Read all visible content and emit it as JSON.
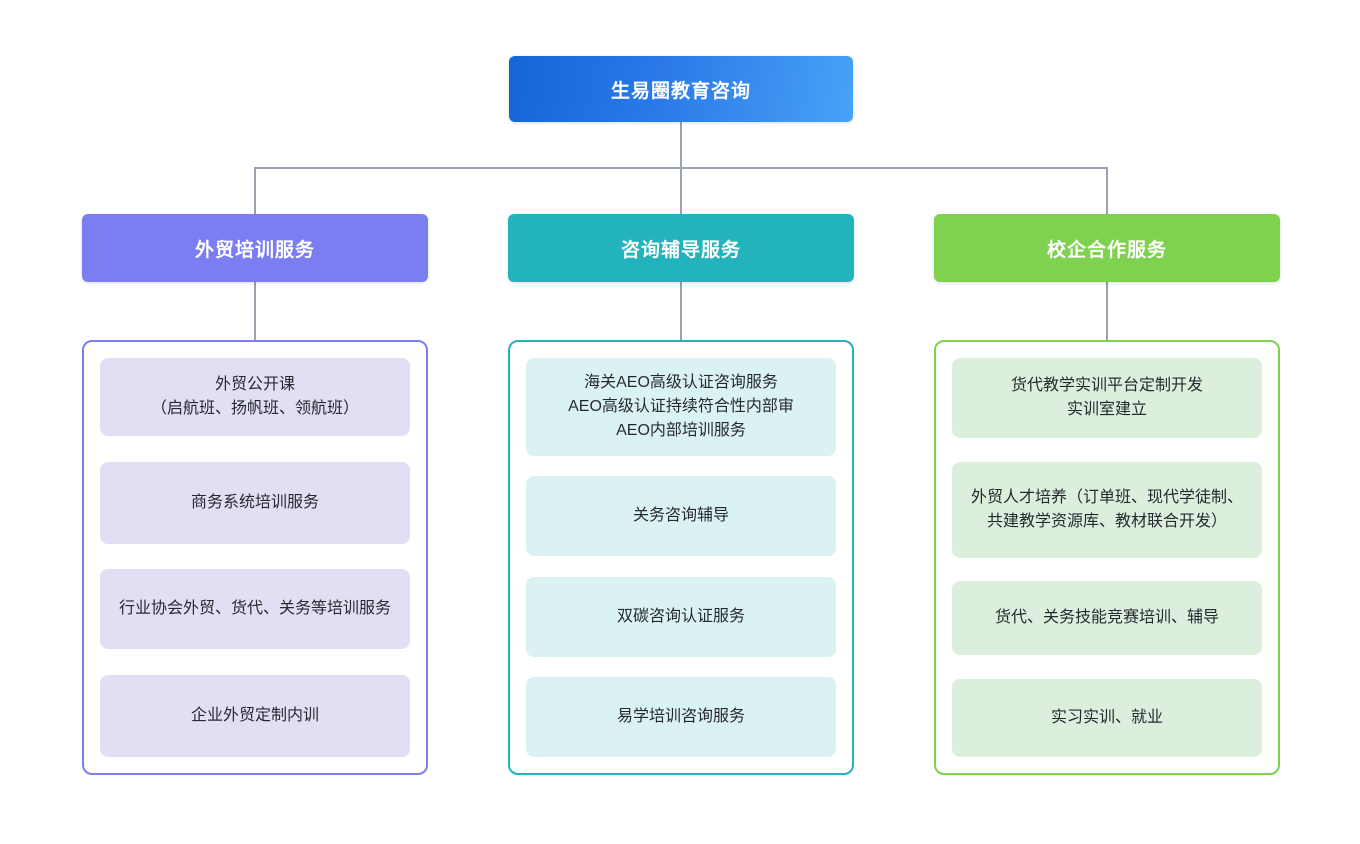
{
  "diagram": {
    "type": "org-chart",
    "orientation": "top-down",
    "root": {
      "label": "生易圈教育咨询",
      "color": "#1565d8",
      "gradient_to": "#48a2f5",
      "text_color": "#ffffff"
    },
    "connector_color": "#9aa3ae",
    "branches": [
      {
        "header": "外贸培训服务",
        "accent": "#7b7ef0",
        "card_fill": "#e2dff4",
        "items": [
          "外贸公开课\n（启航班、扬帆班、领航班）",
          "商务系统培训服务",
          "行业协会外贸、货代、关务等培训服务",
          "企业外贸定制内训"
        ]
      },
      {
        "header": "咨询辅导服务",
        "accent": "#23b3bd",
        "card_fill": "#dbf2f2",
        "items": [
          "海关AEO高级认证咨询服务\nAEO高级认证持续符合性内部审\nAEO内部培训服务",
          "关务咨询辅导",
          "双碳咨询认证服务",
          "易学培训咨询服务"
        ]
      },
      {
        "header": "校企合作服务",
        "accent": "#7ed24f",
        "card_fill": "#dcefdc",
        "items": [
          "货代教学实训平台定制开发\n实训室建立",
          "外贸人才培养（订单班、现代学徒制、共建教学资源库、教材联合开发）",
          "货代、关务技能竞赛培训、辅导",
          "实习实训、就业"
        ]
      }
    ]
  }
}
